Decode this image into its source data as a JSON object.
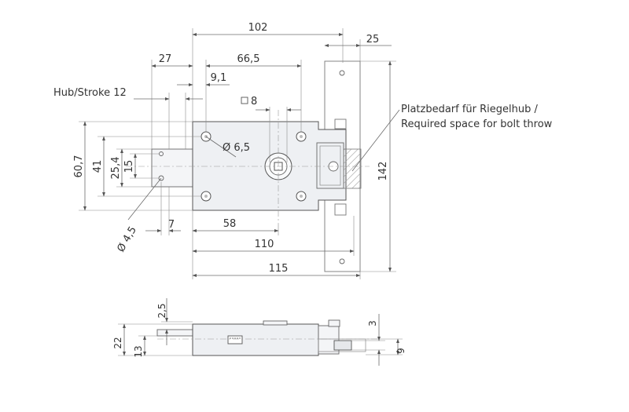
{
  "dimensions": {
    "d102": "102",
    "d25": "25",
    "d27": "27",
    "d66_5": "66,5",
    "d9_1": "9,1",
    "hub_stroke": "Hub/Stroke 12",
    "square8": "8",
    "d60_7": "60,7",
    "d41": "41",
    "d25_4": "25,4",
    "d15": "15",
    "dia6_5": "Ø 6,5",
    "dia4_5": "Ø 4,5",
    "d7": "7",
    "d58": "58",
    "d110": "110",
    "d115": "115",
    "d142": "142",
    "d2_5": "2,5",
    "d22": "22",
    "d13": "13",
    "d3": "3",
    "d9": "9"
  },
  "annotation": {
    "line1": "Platzbedarf für Riegelhub /",
    "line2": "Required space for bolt throw"
  },
  "colors": {
    "line": "#6b6b6b",
    "body_fill": "#eef0f3",
    "text": "#333333"
  }
}
